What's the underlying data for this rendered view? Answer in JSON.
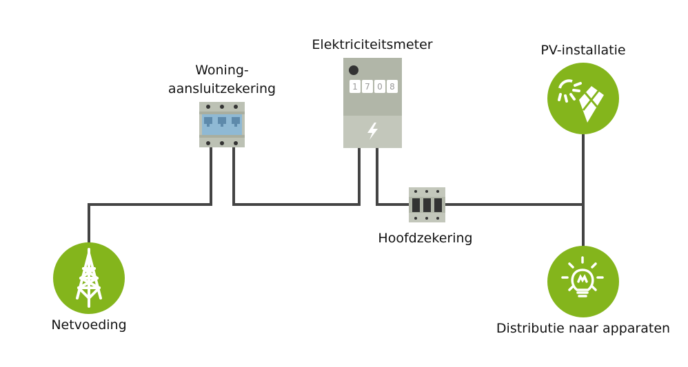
{
  "title": "",
  "colors": {
    "green": "#84b51c",
    "wire": "#444444",
    "device_gray": "#bcc1b4",
    "device_gray_dark": "#a9ae9f",
    "device_gray_light": "#c8ccc0",
    "breaker_blue": "#8fb9d4",
    "breaker_blue_dark": "#5e8aab",
    "dot": "#333333",
    "text": "#111111"
  },
  "nodes": {
    "netvoeding": {
      "label": "Netvoeding",
      "icon": "power-tower-icon"
    },
    "woning": {
      "label_lines": [
        "Woning-",
        "aansluitzekering"
      ],
      "icon": "three-pole-breaker-icon"
    },
    "meter": {
      "label": "Elektriciteitsmeter",
      "digits": [
        "1",
        "7",
        "0",
        "8"
      ],
      "icon": "lightning-bolt-icon"
    },
    "hoofd": {
      "label": "Hoofdzekering",
      "icon": "main-fuse-icon"
    },
    "pv": {
      "label": "PV-installatie",
      "icon": "solar-panel-sun-icon"
    },
    "distributie": {
      "label": "Distributie naar apparaten",
      "icon": "light-bulb-icon"
    }
  },
  "connections": [
    {
      "from": "netvoeding",
      "to": "woning"
    },
    {
      "from": "woning",
      "to": "meter"
    },
    {
      "from": "meter",
      "to": "hoofd"
    },
    {
      "from": "hoofd",
      "to": "junction"
    },
    {
      "from": "junction",
      "to": "pv"
    },
    {
      "from": "junction",
      "to": "distributie"
    }
  ]
}
